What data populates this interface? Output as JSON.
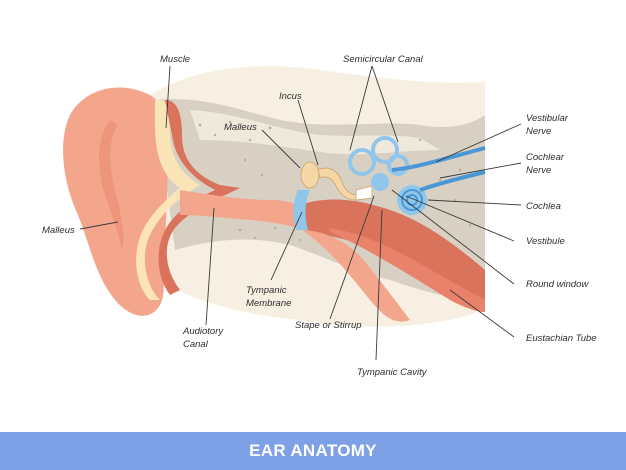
{
  "title": "EAR ANATOMY",
  "labels": {
    "muscle": "Muscle",
    "semicircular_canal": "Semicircular Canal",
    "incus": "Incus",
    "malleus_inner": "Malleus",
    "malleus_outer": "Malleus",
    "vestibular_nerve_1": "Vestibular",
    "vestibular_nerve_2": "Nerve",
    "cochlear_nerve_1": "Cochlear",
    "cochlear_nerve_2": "Nerve",
    "cochlea": "Cochlea",
    "vestibule": "Vestibule",
    "round_window": "Round window",
    "eustachian_tube": "Eustachian Tube",
    "tympanic_membrane_1": "Tympanic",
    "tympanic_membrane_2": "Membrane",
    "auditory_canal_1": "Audiotory",
    "auditory_canal_2": "Canal",
    "stape": "Stape or Stirrup",
    "tympanic_cavity": "Tympanic Cavity"
  },
  "colors": {
    "skin": "#f3a68b",
    "skin_dark": "#e8826a",
    "muscle": "#d9735c",
    "cartilage": "#fbe4b6",
    "bone": "#d8d0c2",
    "bone_light": "#efe9db",
    "background_shape": "#f7efe2",
    "fluid_blue": "#8fc6ea",
    "nerve_blue": "#4a97d8",
    "ossicle": "#f4d7a4",
    "banner": "#7ea0e6"
  }
}
